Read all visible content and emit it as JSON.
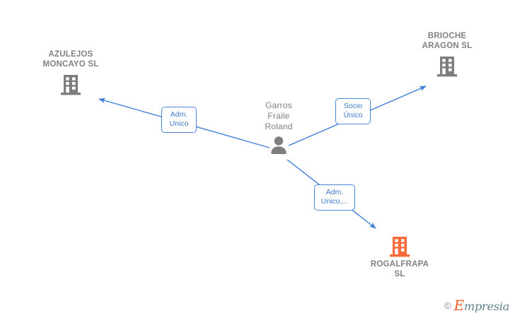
{
  "diagram": {
    "type": "relationship-graph",
    "center": {
      "id": "person-garros-fraile-roland",
      "label": "Garros\nFraile\nRoland",
      "icon": "person-icon",
      "icon_color": "#7e7e7e",
      "label_position": "above"
    },
    "nodes": [
      {
        "id": "company-azulejos-moncayo",
        "label": "AZULEJOS\nMONCAYO SL",
        "icon": "building-icon",
        "icon_color": "#7e7e7e",
        "label_position": "above"
      },
      {
        "id": "company-brioche-aragon",
        "label": "BRIOCHE\nARAGON  SL",
        "icon": "building-icon",
        "icon_color": "#7e7e7e",
        "label_position": "above"
      },
      {
        "id": "company-rogalfrapa",
        "label": "ROGALFRAPA\nSL",
        "icon": "building-icon",
        "icon_color": "#f96a38",
        "label_position": "below"
      }
    ],
    "edges": [
      {
        "id": "edge-to-azulejos-moncayo",
        "from": "person-garros-fraile-roland",
        "to": "company-azulejos-moncayo",
        "label": "Adm.\nUnico",
        "color": "#4a86d8"
      },
      {
        "id": "edge-to-brioche-aragon",
        "from": "person-garros-fraile-roland",
        "to": "company-brioche-aragon",
        "label": "Socio\nÚnico",
        "color": "#4a86d8"
      },
      {
        "id": "edge-to-rogalfrapa",
        "from": "person-garros-fraile-roland",
        "to": "company-rogalfrapa",
        "label": "Adm.\nUnico,...",
        "color": "#4a86d8"
      }
    ]
  },
  "watermark": {
    "copyright": "©",
    "brand_initial": "E",
    "brand_rest": "mpresia"
  }
}
